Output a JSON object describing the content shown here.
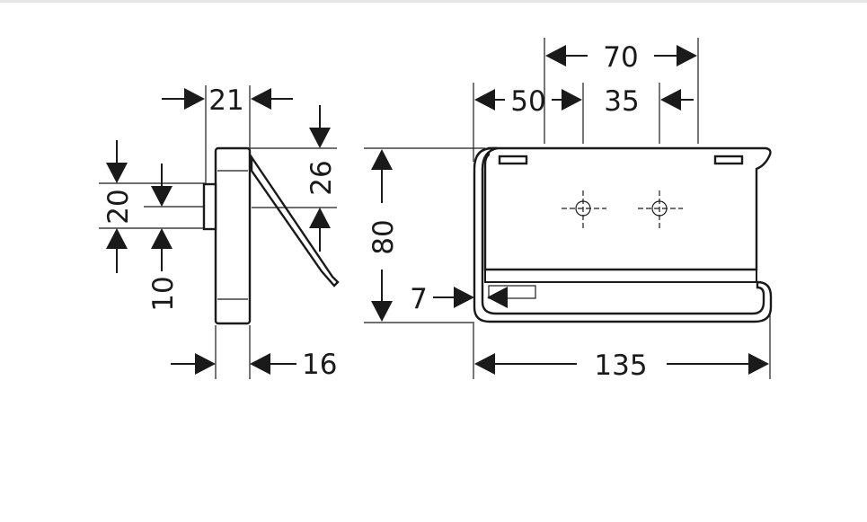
{
  "side_view": {
    "width_top": "21",
    "height_upper": "26",
    "height_left": "20",
    "offset_left": "10",
    "depth_bottom": "16"
  },
  "front_view": {
    "spacing_total": "70",
    "spacing_left": "50",
    "spacing_right": "35",
    "height": "80",
    "gap": "7",
    "width": "135"
  },
  "colors": {
    "line": "#1a1a1a",
    "background": "#ffffff"
  }
}
